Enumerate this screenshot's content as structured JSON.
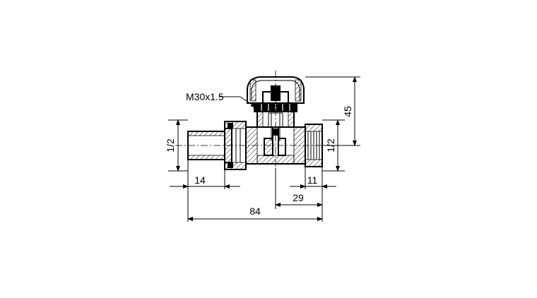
{
  "labels": {
    "thread": "M30x1.5",
    "dim_height": "45",
    "dim_pipe_left": "1/2",
    "dim_pipe_right": "1/2",
    "dim_14": "14",
    "dim_11": "11",
    "dim_29": "29",
    "dim_84": "84"
  },
  "colors": {
    "line": "#000000",
    "background": "#ffffff"
  }
}
